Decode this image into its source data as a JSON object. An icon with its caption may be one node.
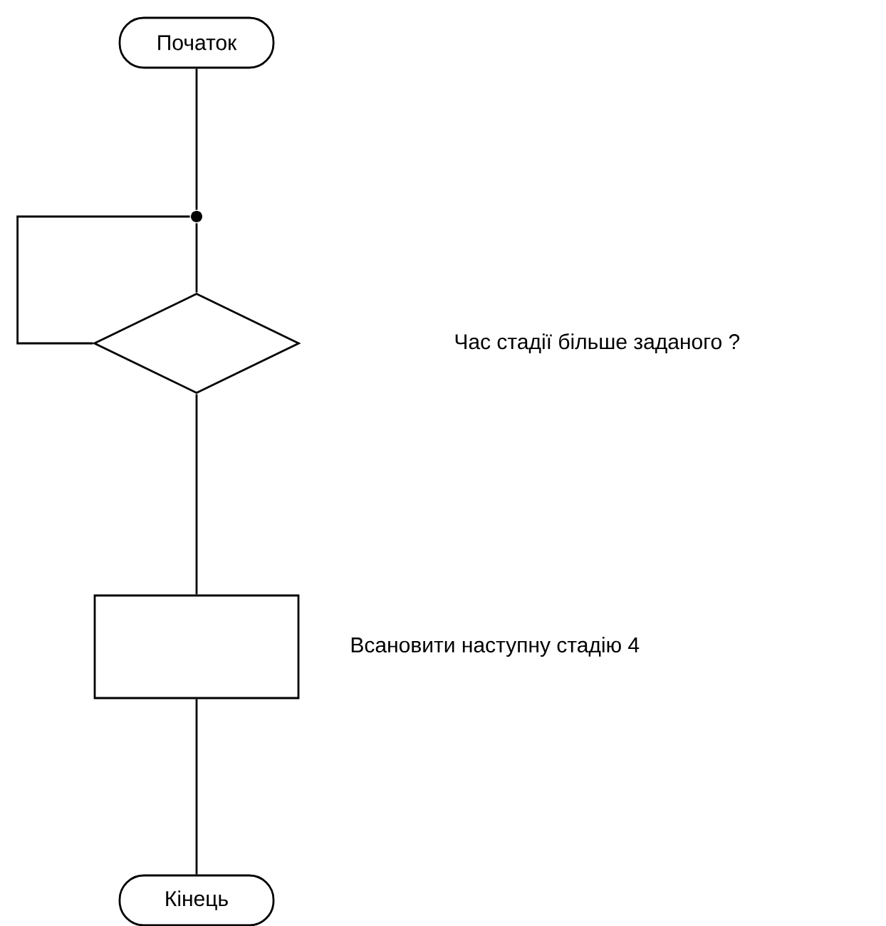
{
  "diagram": {
    "nodes": [
      {
        "text": [
          "Початок"
        ]
      },
      {
        "text": [],
        "shape": "circle"
      },
      {
        "text": [],
        "shape": "diamond"
      },
      {
        "text": [],
        "shape": "box",
        "beside": [
          "Всановити наступну стадію 4"
        ]
      },
      {
        "text": [
          "Кінець"
        ]
      }
    ],
    "edges": [
      {
        "from": 0,
        "to": 1,
        "arrow": "none"
      },
      {
        "from": 1,
        "to": 2,
        "arrow": "none"
      },
      {
        "from": 2,
        "to": 1,
        "arrow": "none"
      },
      {
        "from": 2,
        "to": 3,
        "arrow": "none"
      },
      {
        "from": 3,
        "to": 4,
        "arrow": "none"
      }
    ],
    "labels": [
      "Час стадії більше заданого ?"
    ]
  }
}
